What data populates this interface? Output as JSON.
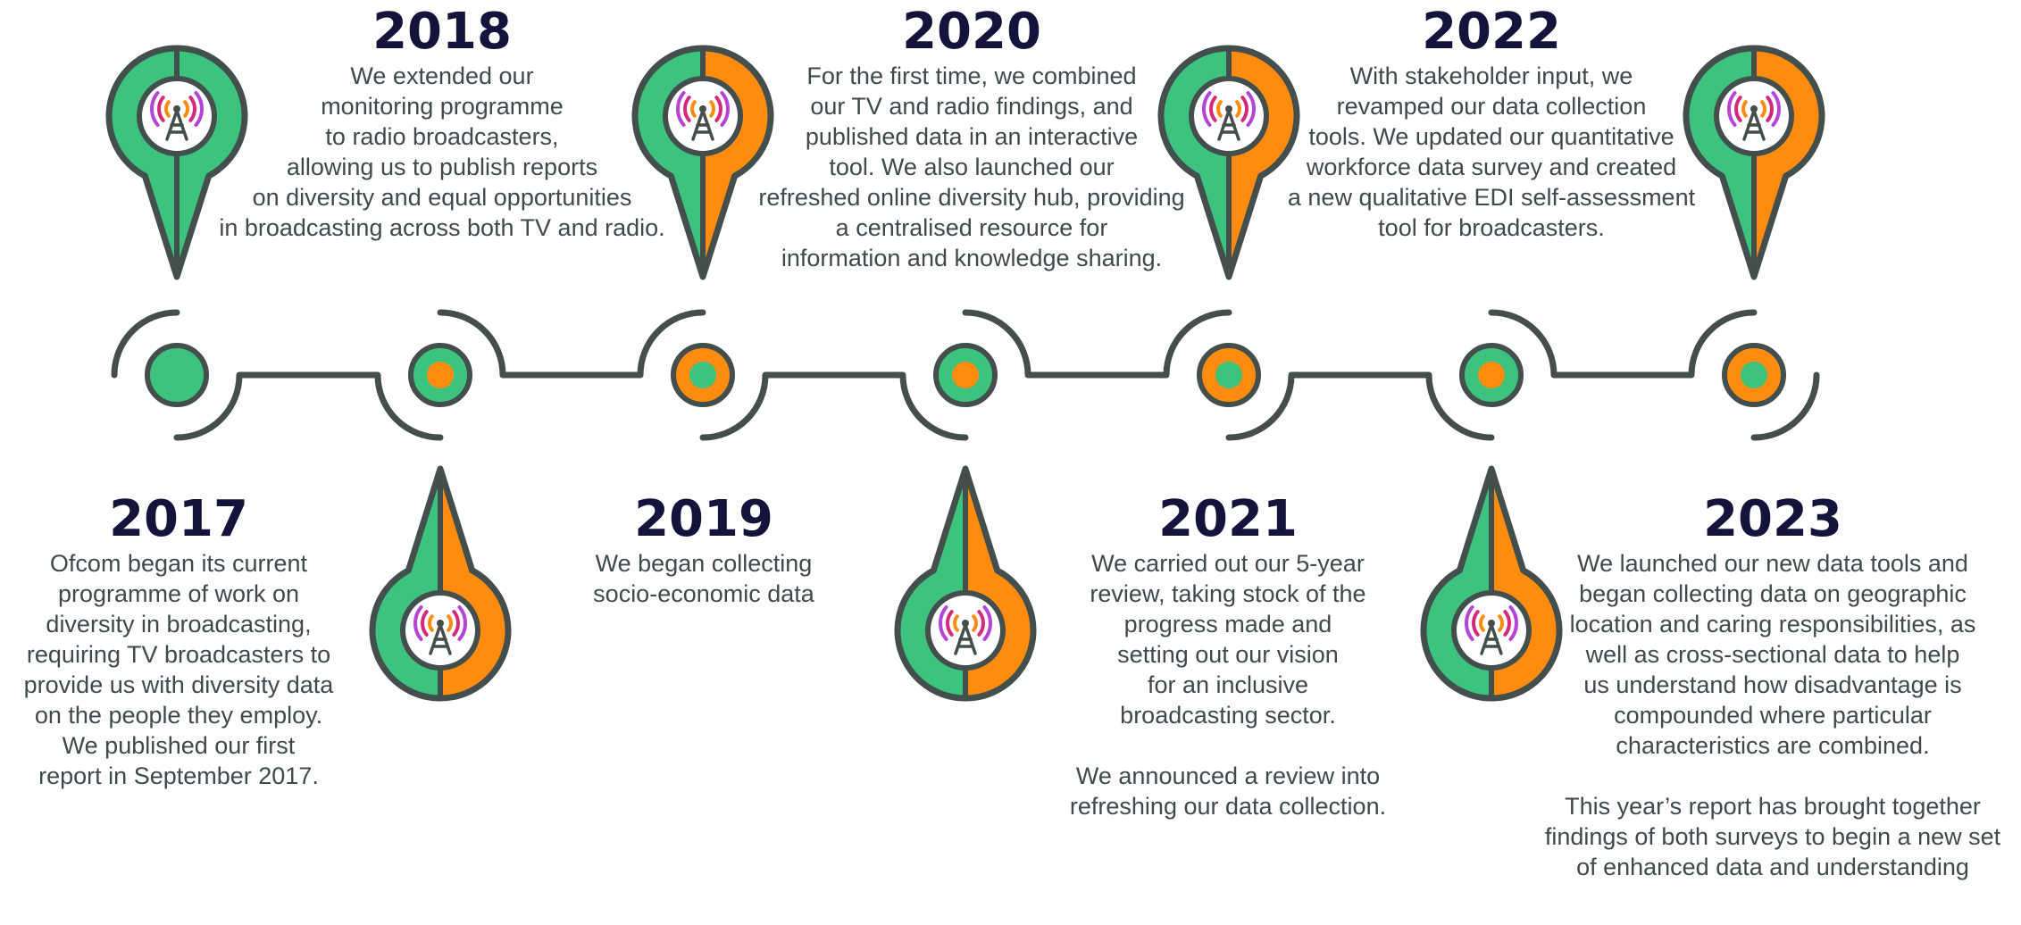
{
  "colors": {
    "green": "#3cc37d",
    "orange": "#ff8c0f",
    "outline": "#434f4c",
    "year": "#13133b",
    "text": "#3f4a4c",
    "signal_inner": "#ff8c0f",
    "signal_mid": "#d42a7e",
    "signal_outer": "#b545d8"
  },
  "icons": {
    "pin": "location-pin-icon",
    "broadcast": "radio-tower-icon"
  },
  "entries": [
    {
      "year": "2017",
      "position": "below",
      "pin": "green",
      "dot_outer": "green",
      "dot_inner": "green",
      "text": "Ofcom began its current\nprogramme of work on\ndiversity in broadcasting,\nrequiring TV broadcasters to\nprovide us with diversity data\non the people they employ.\nWe published our first\nreport in September 2017."
    },
    {
      "year": "2018",
      "position": "above",
      "pin": "green-orange",
      "dot_outer": "green",
      "dot_inner": "orange",
      "text": "We extended our\nmonitoring programme\nto radio broadcasters,\nallowing us to publish reports\non diversity and equal opportunities\nin broadcasting across both TV and radio."
    },
    {
      "year": "2019",
      "position": "below",
      "pin": "green-orange",
      "dot_outer": "orange",
      "dot_inner": "green",
      "text": "We began collecting\nsocio-economic data"
    },
    {
      "year": "2020",
      "position": "above",
      "pin": "green-orange",
      "dot_outer": "green",
      "dot_inner": "orange",
      "text": "For the first time, we combined\nour TV and radio findings, and\npublished data in an interactive\ntool. We also launched our\nrefreshed online diversity hub, providing\na centralised resource for\ninformation and knowledge sharing."
    },
    {
      "year": "2021",
      "position": "below",
      "pin": "green-orange",
      "dot_outer": "orange",
      "dot_inner": "green",
      "text": "We carried out our 5-year\nreview, taking stock of the\nprogress made and\nsetting out our vision\nfor an inclusive\nbroadcasting sector.\n\nWe announced a review into\nrefreshing our data collection."
    },
    {
      "year": "2022",
      "position": "above",
      "pin": "green-orange",
      "dot_outer": "green",
      "dot_inner": "orange",
      "text": "With stakeholder input, we\nrevamped our data collection\ntools. We updated our quantitative\nworkforce data survey and created\na new qualitative EDI self-assessment\ntool for broadcasters."
    },
    {
      "year": "2023",
      "position": "below",
      "pin": "green-orange",
      "dot_outer": "orange",
      "dot_inner": "green",
      "text": "We launched our new data tools and\nbegan collecting data on geographic\nlocation and caring responsibilities, as\nwell as cross-sectional data to help\nus understand how disadvantage is\ncompounded where particular\ncharacteristics are combined.\n\nThis year’s report has brought together\nfindings of both surveys to begin a new set\nof enhanced data and understanding"
    }
  ]
}
